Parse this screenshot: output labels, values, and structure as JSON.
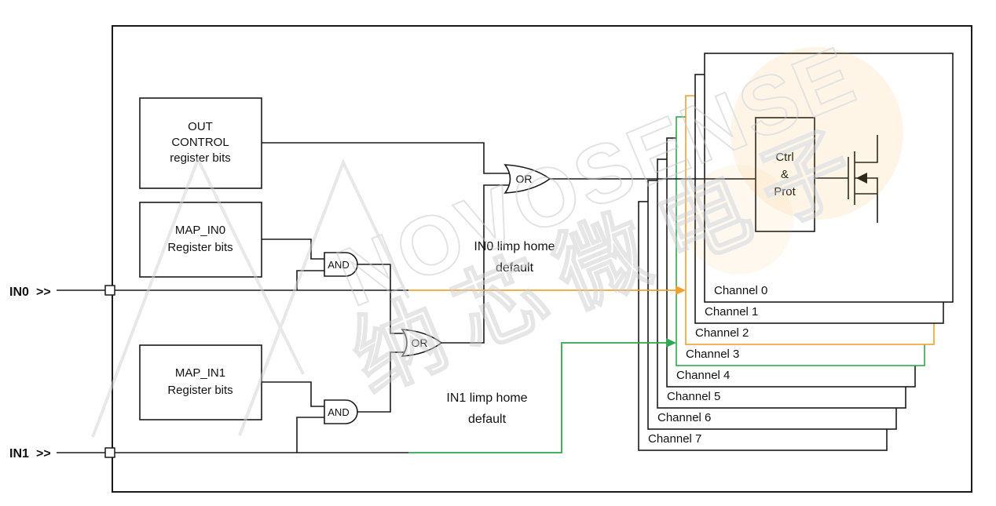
{
  "diagram": {
    "io": {
      "in0": {
        "label": "IN0",
        "chevron": ">>"
      },
      "in1": {
        "label": "IN1",
        "chevron": ">>"
      }
    },
    "blocks": {
      "out_control": {
        "line1": "OUT",
        "line2": "CONTROL",
        "line3": "register bits"
      },
      "map_in0": {
        "line1": "MAP_IN0",
        "line2": "Register bits"
      },
      "map_in1": {
        "line1": "MAP_IN1",
        "line2": "Register bits"
      },
      "ctrl_prot": {
        "line1": "Ctrl",
        "line2": "&",
        "line3": "Prot"
      }
    },
    "gates": {
      "and_top": {
        "label": "AND"
      },
      "and_bottom": {
        "label": "AND"
      },
      "or_mid": {
        "label": "OR"
      },
      "or_top": {
        "label": "OR"
      }
    },
    "annotations": {
      "in0_limp_home": {
        "line1": "IN0 limp home",
        "line2": "default",
        "color": "#F0A22E"
      },
      "in1_limp_home": {
        "line1": "IN1 limp home",
        "line2": "default",
        "color": "#2FA84F"
      }
    },
    "channels": [
      "Channel 0",
      "Channel 1",
      "Channel 2",
      "Channel 3",
      "Channel 4",
      "Channel 5",
      "Channel 6",
      "Channel 7"
    ],
    "channel_highlight": {
      "orange_outlined": "Channel 2",
      "green_outlined": "Channel 3"
    },
    "watermark": {
      "brand": "NOVOSENSE",
      "cjk": "纳芯微电子"
    },
    "colors": {
      "line": "#1a1a1a",
      "orange": "#F0A22E",
      "green": "#2FA84F",
      "watermark": "#cccccc"
    }
  }
}
